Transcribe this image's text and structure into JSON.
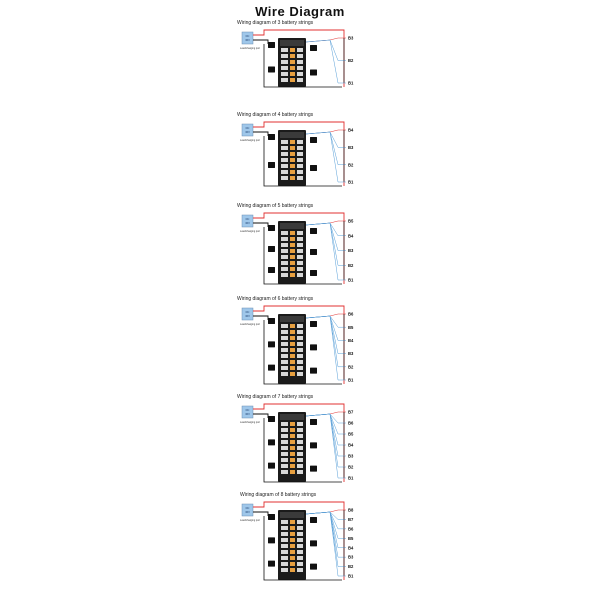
{
  "title": "Wire Diagram",
  "colors": {
    "positive_wire": "#e03030",
    "negative_wire": "#111111",
    "balance_wire": "#5aa0d8",
    "board": "#1b1b1b",
    "charger": "#9fc7ea"
  },
  "charger_label": "DC\n36V",
  "charger_port_label": "Load/charging port",
  "panels": [
    {
      "caption": "Wiring diagram of 3 battery strings",
      "cells": [
        "B3",
        "B2",
        "B1"
      ]
    },
    {
      "caption": "Wiring diagram of 4 battery strings",
      "cells": [
        "B4",
        "B3",
        "B2",
        "B1"
      ]
    },
    {
      "caption": "Wiring diagram of 5 battery strings",
      "cells": [
        "B5",
        "B4",
        "B3",
        "B2",
        "B1"
      ]
    },
    {
      "caption": "Wiring diagram of 6 battery strings",
      "cells": [
        "B6",
        "B5",
        "B4",
        "B3",
        "B2",
        "B1"
      ]
    },
    {
      "caption": "Wiring diagram of 7 battery strings",
      "cells": [
        "B7",
        "B6",
        "B5",
        "B4",
        "B3",
        "B2",
        "B1"
      ]
    },
    {
      "caption": "Wiring diagram of 8 battery strings",
      "cells": [
        "B8",
        "B7",
        "B6",
        "B5",
        "B4",
        "B3",
        "B2",
        "B1"
      ]
    }
  ]
}
